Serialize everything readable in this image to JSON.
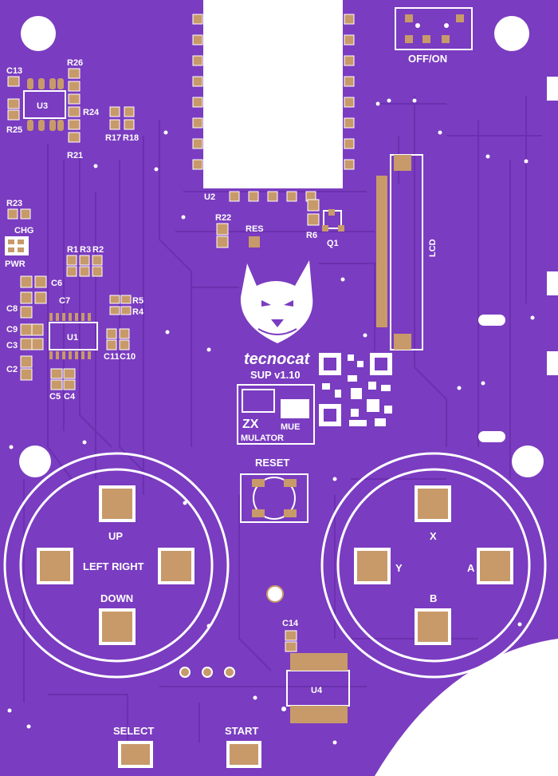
{
  "board": {
    "brand": "tecnocat",
    "version": "SUP v1.10",
    "logo_text_top": "ZX",
    "logo_text_side": "MUE",
    "logo_text_bottom": "MULATOR",
    "colors": {
      "board": "#7a3cc0",
      "trace": "#6a2fae",
      "pad": "#c89a6a",
      "silk": "#ffffff",
      "hole": "#ffffff"
    }
  },
  "labels": {
    "u2": "U2",
    "u3": "U3",
    "u1": "U1",
    "u4": "U4",
    "q1": "Q1",
    "r26": "R26",
    "r24": "R24",
    "r25": "R25",
    "r21": "R21",
    "c13": "C13",
    "r17": "R17",
    "r18": "R18",
    "r22": "R22",
    "res": "RES",
    "r6": "R6",
    "r23": "R23",
    "chg": "CHG",
    "pwr": "PWR",
    "r1": "R1",
    "r3": "R3",
    "r2": "R2",
    "c6": "C6",
    "c7": "C7",
    "c8": "C8",
    "c9": "C9",
    "c3": "C3",
    "c2": "C2",
    "c5": "C5",
    "c4": "C4",
    "c11": "C11",
    "c10": "C10",
    "r5": "R5",
    "r4": "R4",
    "c14": "C14",
    "lcd": "LCD",
    "switch": "OFF/ON",
    "reset": "RESET"
  },
  "buttons": {
    "up": "UP",
    "down": "DOWN",
    "left_right": "LEFT RIGHT",
    "x": "X",
    "y": "Y",
    "a": "A",
    "b": "B",
    "select": "SELECT",
    "start": "START"
  }
}
